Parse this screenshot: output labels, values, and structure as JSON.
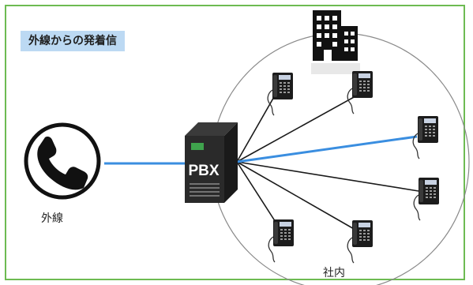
{
  "title": "外線からの発着信",
  "pbx_label": "PBX",
  "outside_line_label": "外線",
  "office_label": "社内",
  "icons": {
    "outside_phone": "handset-in-circle-icon",
    "building": "office-building-icon",
    "pbx": "pbx-server-icon",
    "desk_phone": "desk-phone-icon"
  },
  "colors": {
    "frame": "#6dbb52",
    "title_background": "#bcd9f3",
    "highlight_line": "#3a8ee0",
    "connection_line": "#1a1a1a",
    "office_circle": "#8a8a8a"
  },
  "highlighted_connections": [
    "outside-to-pbx",
    "pbx-to-phone-3"
  ]
}
